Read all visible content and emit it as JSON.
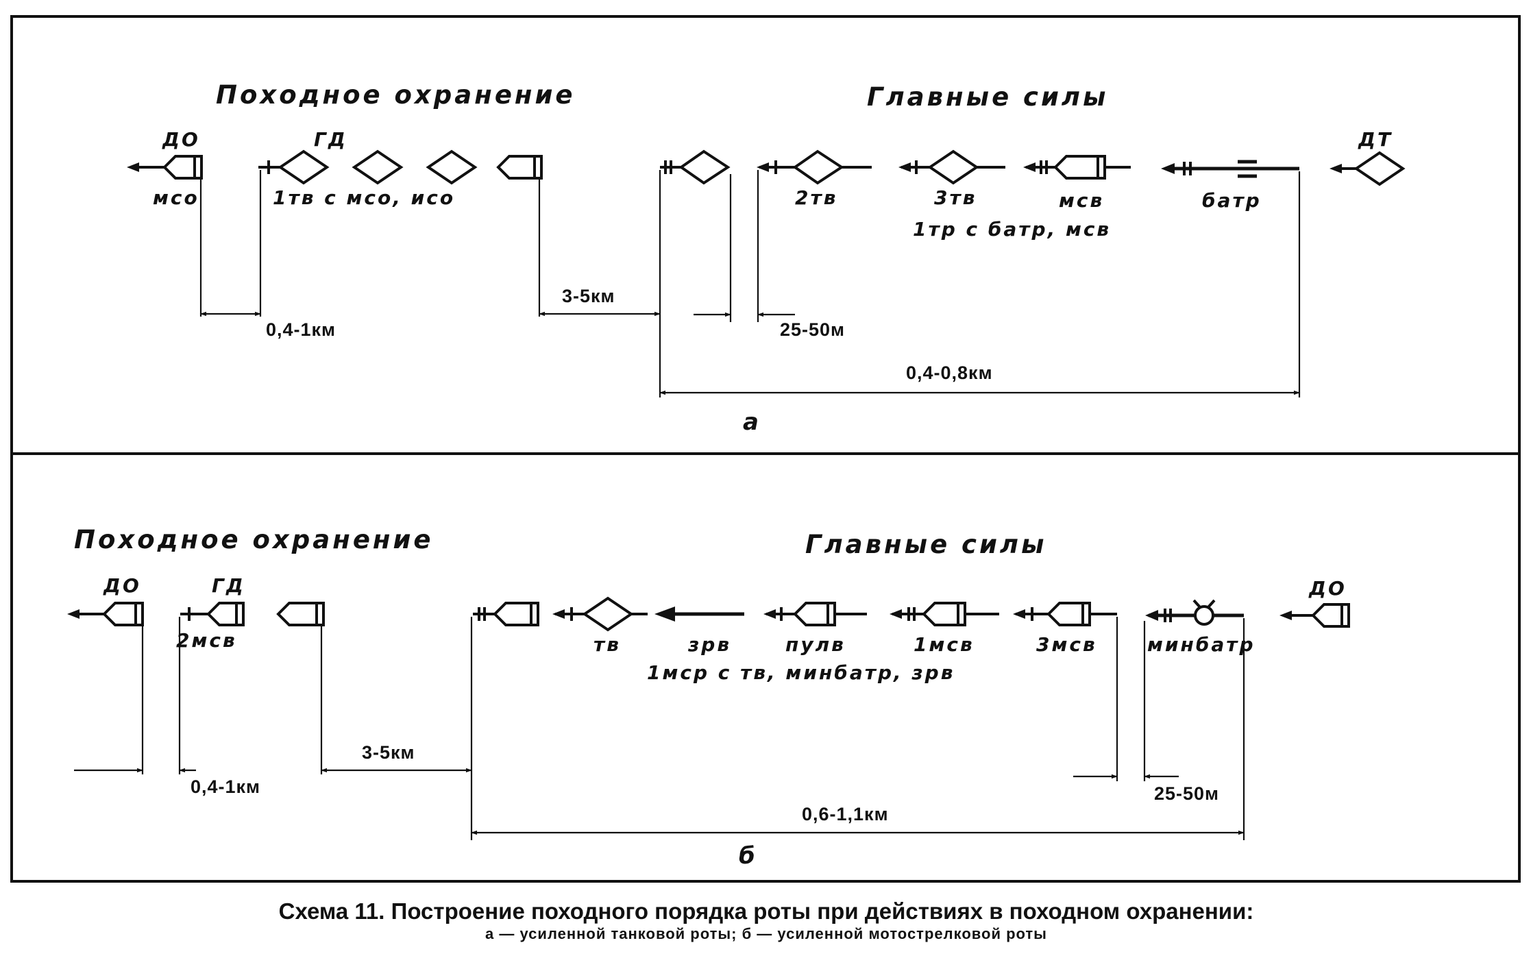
{
  "panel_a": {
    "letter": "а",
    "header_guard": "Походное охранение",
    "header_main": "Главные силы",
    "units": {
      "do": "ДО",
      "mso": "мсо",
      "gd": "ГД",
      "gd_sub": "1тв с мсо, исо",
      "tv2": "2тв",
      "tv3": "3тв",
      "msv": "мсв",
      "batr": "батр",
      "tr1": "1тр с батр, мсв",
      "dt": "ДТ"
    },
    "distances": {
      "d1": "0,4-1км",
      "d2": "3-5км",
      "d3": "25-50м",
      "d4": "0,4-0,8км"
    }
  },
  "panel_b": {
    "letter": "б",
    "header_guard": "Походное охранение",
    "header_main": "Главные силы",
    "units": {
      "do": "ДО",
      "gd": "ГД",
      "msv2": "2мсв",
      "tv": "тв",
      "zrv": "зрв",
      "pulv": "пулв",
      "msv1": "1мсв",
      "msv3": "3мсв",
      "minbatr": "минбатр",
      "msr1": "1мср с тв, минбатр, зрв",
      "do_rear": "ДО"
    },
    "distances": {
      "d1": "0,4-1км",
      "d2": "3-5км",
      "d3": "25-50м",
      "d4": "0,6-1,1км"
    }
  },
  "caption": {
    "line1": "Схема 11. Построение походного порядка роты при действиях в походном охранении:",
    "line2": "а — усиленной танковой роты; б — усиленной мотострелковой роты"
  }
}
